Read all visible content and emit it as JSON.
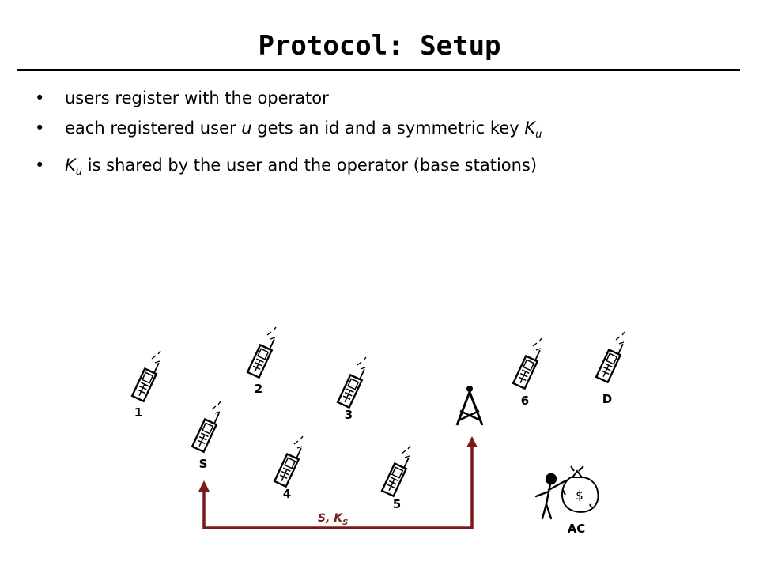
{
  "title": "Protocol: Setup",
  "bullets": [
    {
      "parts": [
        {
          "t": "users register with the operator"
        }
      ]
    },
    {
      "parts": [
        {
          "t": "each registered user "
        },
        {
          "t": "u",
          "i": true
        },
        {
          "t": " gets an id and a symmetric key "
        },
        {
          "t": "K",
          "i": true
        },
        {
          "sub": "u"
        }
      ]
    },
    {
      "parts": [
        {
          "t": "K",
          "i": true
        },
        {
          "sub": "u"
        },
        {
          "t": " is shared by the user and the operator (base stations)"
        }
      ]
    }
  ],
  "diagram": {
    "nodes": [
      {
        "id": "1",
        "label": "1"
      },
      {
        "id": "2",
        "label": "2"
      },
      {
        "id": "3",
        "label": "3"
      },
      {
        "id": "S",
        "label": "S"
      },
      {
        "id": "4",
        "label": "4"
      },
      {
        "id": "5",
        "label": "5"
      },
      {
        "id": "6",
        "label": "6"
      },
      {
        "id": "D",
        "label": "D"
      }
    ],
    "accounting_center_label": "AC",
    "money_bag_symbol": "$",
    "arrow_label": "S, K",
    "arrow_label_sub": "S",
    "arrow_color": "#7a1a1a"
  }
}
